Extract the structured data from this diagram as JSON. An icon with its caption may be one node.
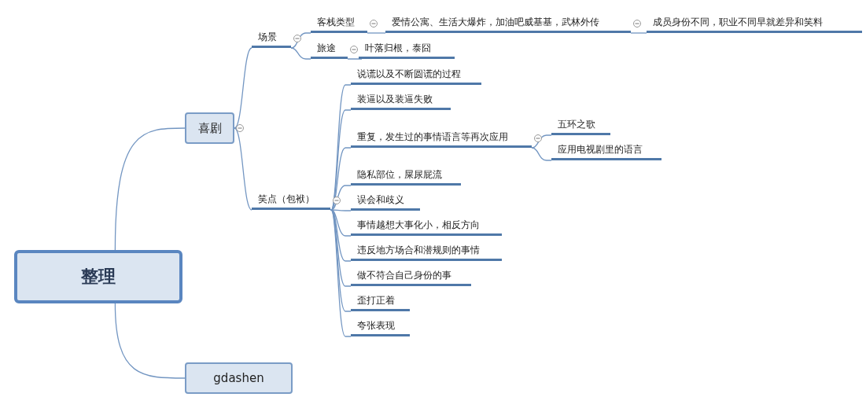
{
  "diagram": {
    "nodes": [
      {
        "text": [
          "整理"
        ]
      },
      {
        "text": [
          "喜剧"
        ]
      },
      {
        "text": [
          "gdashen"
        ]
      },
      {
        "text": [
          "场景"
        ]
      },
      {
        "text": [
          "客栈类型"
        ]
      },
      {
        "text": [
          "爱情公寓、生活大爆炸，加油吧威基基，武林外传"
        ]
      },
      {
        "text": [
          "成员身份不同，职业不同早就差异和笑料"
        ]
      },
      {
        "text": [
          "旅途"
        ]
      },
      {
        "text": [
          "叶落归根，泰囧"
        ]
      },
      {
        "text": [
          "笑点（包袱）"
        ]
      },
      {
        "text": [
          "说谎以及不断圆谎的过程"
        ]
      },
      {
        "text": [
          "装逼以及装逼失败"
        ]
      },
      {
        "text": [
          "重复，发生过的事情语言等再次应用"
        ]
      },
      {
        "text": [
          "五环之歌"
        ]
      },
      {
        "text": [
          "应用电视剧里的语言"
        ]
      },
      {
        "text": [
          "隐私部位，屎尿屁流"
        ]
      },
      {
        "text": [
          "误会和歧义"
        ]
      },
      {
        "text": [
          "事情越想大事化小，相反方向"
        ]
      },
      {
        "text": [
          "违反地方场合和潜规则的事情"
        ]
      },
      {
        "text": [
          "做不符合自己身份的事"
        ]
      },
      {
        "text": [
          "歪打正着"
        ]
      },
      {
        "text": [
          "夸张表现"
        ]
      }
    ],
    "edges": [
      {
        "from": 0,
        "to": 1,
        "arrow": "none"
      },
      {
        "from": 0,
        "to": 2,
        "arrow": "none"
      },
      {
        "from": 1,
        "to": 3,
        "arrow": "none"
      },
      {
        "from": 1,
        "to": 9,
        "arrow": "none"
      },
      {
        "from": 3,
        "to": 4,
        "arrow": "none"
      },
      {
        "from": 3,
        "to": 7,
        "arrow": "none"
      },
      {
        "from": 4,
        "to": 5,
        "arrow": "none"
      },
      {
        "from": 5,
        "to": 6,
        "arrow": "none"
      },
      {
        "from": 7,
        "to": 8,
        "arrow": "none"
      },
      {
        "from": 9,
        "to": 10,
        "arrow": "none"
      },
      {
        "from": 9,
        "to": 11,
        "arrow": "none"
      },
      {
        "from": 9,
        "to": 12,
        "arrow": "none"
      },
      {
        "from": 12,
        "to": 13,
        "arrow": "none"
      },
      {
        "from": 12,
        "to": 14,
        "arrow": "none"
      },
      {
        "from": 9,
        "to": 15,
        "arrow": "none"
      },
      {
        "from": 9,
        "to": 16,
        "arrow": "none"
      },
      {
        "from": 9,
        "to": 17,
        "arrow": "none"
      },
      {
        "from": 9,
        "to": 18,
        "arrow": "none"
      },
      {
        "from": 9,
        "to": 19,
        "arrow": "none"
      },
      {
        "from": 9,
        "to": 20,
        "arrow": "none"
      },
      {
        "from": 9,
        "to": 21,
        "arrow": "none"
      }
    ]
  }
}
